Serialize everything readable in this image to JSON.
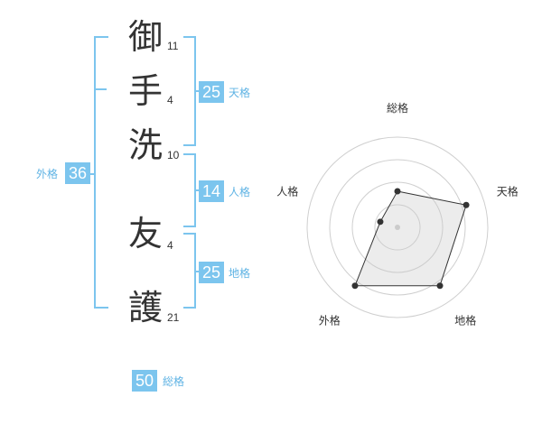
{
  "name_chars": [
    {
      "char": "御",
      "strokes": "11"
    },
    {
      "char": "手",
      "strokes": "4"
    },
    {
      "char": "洗",
      "strokes": "10"
    },
    {
      "char": "友",
      "strokes": "4"
    },
    {
      "char": "護",
      "strokes": "21"
    }
  ],
  "kakusu": {
    "tenkaku": {
      "value": "25",
      "label": "天格"
    },
    "jinkaku": {
      "value": "14",
      "label": "人格"
    },
    "chikaku": {
      "value": "25",
      "label": "地格"
    },
    "gaikaku": {
      "value": "36",
      "label": "外格"
    },
    "soukaku": {
      "value": "50",
      "label": "総格"
    }
  },
  "colors": {
    "accent": "#7cc5ee",
    "text": "#333333"
  },
  "chart_data": {
    "type": "radar",
    "axes": [
      "総格",
      "天格",
      "地格",
      "外格",
      "人格"
    ],
    "values": [
      2,
      4,
      4,
      4,
      1
    ],
    "rmax": 5,
    "rings": 4
  }
}
